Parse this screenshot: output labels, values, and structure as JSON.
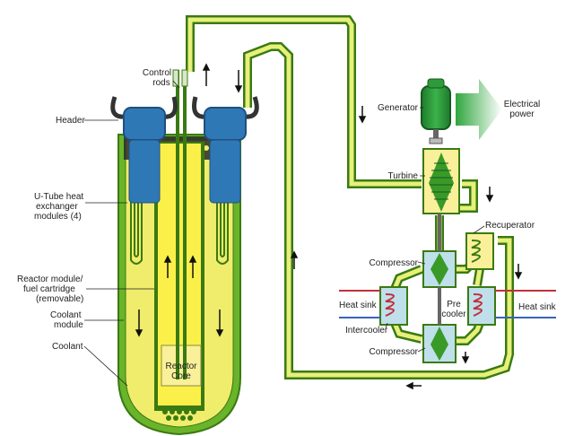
{
  "labels": {
    "control_rods": [
      "Control",
      "rods"
    ],
    "header": "Header",
    "utube": [
      "U-Tube heat",
      "exchanger",
      "modules (4)"
    ],
    "reactor_module": [
      "Reactor module/",
      "fuel cartridge",
      "(removable)"
    ],
    "coolant_module": [
      "Coolant",
      "module"
    ],
    "coolant": "Coolant",
    "reactor_core": [
      "Reactor",
      "Core"
    ],
    "generator": "Generator",
    "electrical_power": [
      "Electrical",
      "power"
    ],
    "turbine": "Turbine",
    "recuperator": "Recuperator",
    "compressor_top": "Compressor",
    "heat_sink_left": "Heat sink",
    "pre_cooler": [
      "Pre",
      "cooler"
    ],
    "heat_sink_right": "Heat sink",
    "intercooler": "Intercooler",
    "compressor_bottom": "Compressor"
  },
  "colors": {
    "pipe_dark": "#3a7a12",
    "pipe_fill": "#e6f07a",
    "vessel_green": "#69b42a",
    "coolant_yellow": "#f0ec6c",
    "core_yellow": "#fbf04a",
    "header_blue": "#2f78b6",
    "generator_green": "#2e9b3a",
    "arrow_green": "#3ab54a",
    "machine_blue": "#bfe0ea",
    "hx_pink": "#f2b6c8",
    "hx_red": "#c0303c",
    "hx_blue": "#3a63b5"
  }
}
